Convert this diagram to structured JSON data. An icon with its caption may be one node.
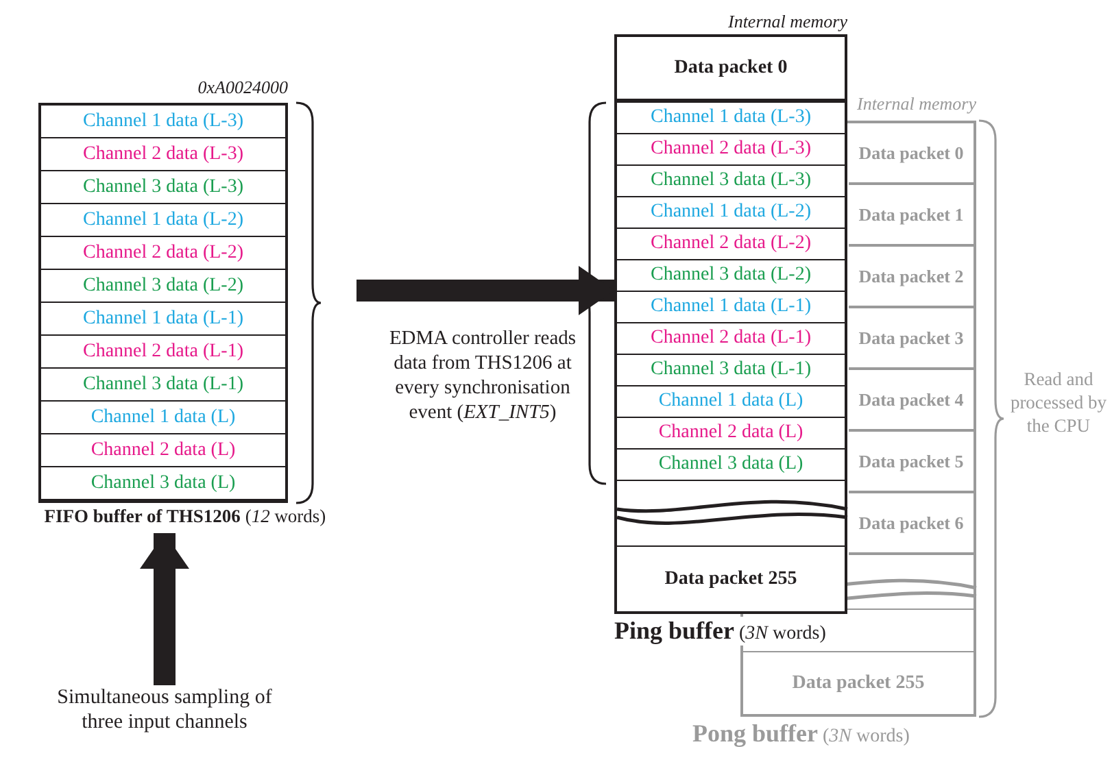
{
  "diagram": {
    "nodes": [
      {
        "text": [
          "**FIFO buffer of THS1206** (*12* words)"
        ],
        "beside": [
          "0xA0024000"
        ]
      },
      {
        "text": [
          "Channel 1 data (L-3)"
        ],
        "in": 0
      },
      {
        "text": [
          "Channel 2 data (L-3)"
        ],
        "in": 0
      },
      {
        "text": [
          "Channel 3 data (L-3)"
        ],
        "in": 0
      },
      {
        "text": [
          "Channel 1 data (L-2)"
        ],
        "in": 0
      },
      {
        "text": [
          "Channel 2 data (L-2)"
        ],
        "in": 0
      },
      {
        "text": [
          "Channel 3 data (L-2)"
        ],
        "in": 0
      },
      {
        "text": [
          "Channel 1 data (L-1)"
        ],
        "in": 0
      },
      {
        "text": [
          "Channel 2 data (L-1)"
        ],
        "in": 0
      },
      {
        "text": [
          "Channel 3 data (L-1)"
        ],
        "in": 0
      },
      {
        "text": [
          "Channel 1 data (L)"
        ],
        "in": 0
      },
      {
        "text": [
          "Channel 2 data (L)"
        ],
        "in": 0
      },
      {
        "text": [
          "Channel 3 data (L)"
        ],
        "in": 0
      },
      {
        "text": [
          "**Ping buffer** (*3N* words)"
        ],
        "beside": [
          "Internal memory"
        ]
      },
      {
        "text": [
          "Data packet 0"
        ],
        "in": 13
      },
      {
        "text": [
          "Channel 1 data (L-3)"
        ],
        "in": 13
      },
      {
        "text": [
          "Channel 2 data (L-3)"
        ],
        "in": 13
      },
      {
        "text": [
          "Channel 3 data (L-3)"
        ],
        "in": 13
      },
      {
        "text": [
          "Channel 1 data (L-2)"
        ],
        "in": 13
      },
      {
        "text": [
          "Channel 2 data (L-2)"
        ],
        "in": 13
      },
      {
        "text": [
          "Channel 3 data (L-2)"
        ],
        "in": 13
      },
      {
        "text": [
          "Channel 1 data (L-1)"
        ],
        "in": 13
      },
      {
        "text": [
          "Channel 2 data (L-1)"
        ],
        "in": 13
      },
      {
        "text": [
          "Channel 3 data (L-1)"
        ],
        "in": 13
      },
      {
        "text": [
          "Channel 1 data (L)"
        ],
        "in": 13
      },
      {
        "text": [
          "Channel 2 data (L)"
        ],
        "in": 13
      },
      {
        "text": [
          "Channel 3 data (L)"
        ],
        "in": 13
      },
      {
        "text": [
          "Data packet 255"
        ],
        "in": 13
      },
      {
        "text": [
          "**Pong buffer** (*3N* words)"
        ],
        "beside": [
          "Internal memory"
        ]
      },
      {
        "text": [
          "Data packet 0"
        ],
        "in": 28
      },
      {
        "text": [
          "Data packet 1"
        ],
        "in": 28
      },
      {
        "text": [
          "Data packet 2"
        ],
        "in": 28
      },
      {
        "text": [
          "Data packet 3"
        ],
        "in": 28
      },
      {
        "text": [
          "Data packet 4"
        ],
        "in": 28
      },
      {
        "text": [
          "Data packet 5"
        ],
        "in": 28
      },
      {
        "text": [
          "Data packet 6"
        ],
        "in": 28
      },
      {
        "text": [
          "Data packet 255"
        ],
        "in": 28
      },
      {
        "text": [
          "Simultaneous sampling of three input channels"
        ]
      }
    ],
    "edges": [
      {
        "from": 0,
        "to": 13,
        "arrow": "to",
        "label": "EDMA controller reads data from THS1206 at every synchronisation event (*EXT_INT5*)"
      },
      {
        "from": 37,
        "to": 0,
        "arrow": "to"
      }
    ],
    "labels": [
      "Read and processed by the CPU"
    ]
  }
}
